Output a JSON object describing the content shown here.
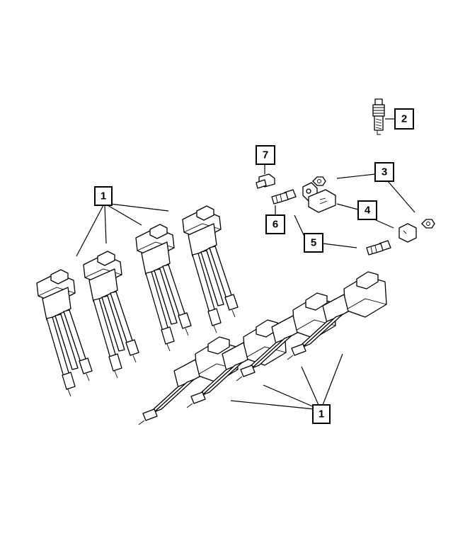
{
  "callouts": [
    {
      "id": "c1a",
      "label": "1"
    },
    {
      "id": "c2",
      "label": "2"
    },
    {
      "id": "c3",
      "label": "3"
    },
    {
      "id": "c4",
      "label": "4"
    },
    {
      "id": "c5",
      "label": "5"
    },
    {
      "id": "c6",
      "label": "6"
    },
    {
      "id": "c7",
      "label": "7"
    },
    {
      "id": "c1b",
      "label": "1"
    }
  ],
  "colors": {
    "line": "#000000",
    "background": "#ffffff"
  }
}
